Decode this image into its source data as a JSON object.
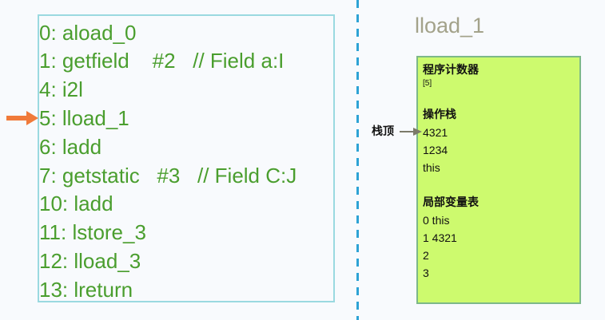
{
  "bytecode": {
    "lines": [
      "0: aload_0",
      "1: getfield    #2   // Field a:I",
      "4: i2l",
      "5: lload_1",
      "6: ladd",
      "7: getstatic   #3   // Field C:J",
      "10: ladd",
      "11: lstore_3",
      "12: lload_3",
      "13: lreturn"
    ],
    "current_index": 3,
    "pointer_icon": "arrow-right-icon",
    "colors": {
      "text": "#4a9e2e",
      "border": "#9ad9e0",
      "pointer": "#f07a3a"
    }
  },
  "frame": {
    "title": "lload_1",
    "program_counter_label": "程序计数器",
    "program_counter_value": "[5]",
    "operand_stack_label": "操作栈",
    "operand_stack": [
      "4321",
      "1234",
      "this"
    ],
    "stack_top_label": "栈顶",
    "local_vars_label": "局部变量表",
    "local_vars": [
      "0 this",
      "1 4321",
      "2",
      "3"
    ],
    "colors": {
      "background": "#cdfa6e",
      "border": "#7db889",
      "title": "#a3a28a",
      "divider": "#2ea3d5"
    }
  }
}
